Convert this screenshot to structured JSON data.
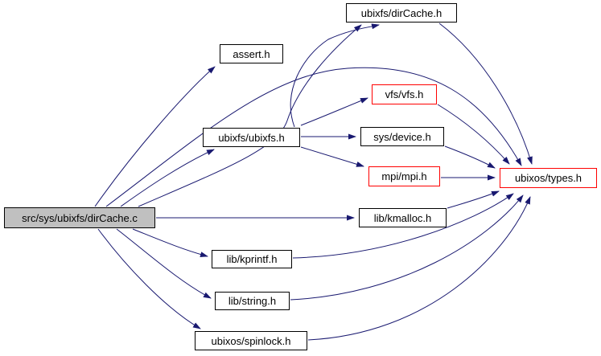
{
  "diagram": {
    "type": "include-dependency-graph",
    "colors": {
      "edge": "#191970",
      "node_border": "#000000",
      "truncated_node_border": "#ff0000",
      "main_node_fill": "#c0c0c0",
      "node_fill": "#ffffff",
      "background": "#ffffff"
    },
    "nodes": [
      {
        "id": "main",
        "label": "src/sys/ubixfs/dirCache.c",
        "style": "main"
      },
      {
        "id": "assert",
        "label": "assert.h",
        "style": "plain"
      },
      {
        "id": "dircache_h",
        "label": "ubixfs/dirCache.h",
        "style": "plain"
      },
      {
        "id": "ubixfs_h",
        "label": "ubixfs/ubixfs.h",
        "style": "plain"
      },
      {
        "id": "vfs_h",
        "label": "vfs/vfs.h",
        "style": "red"
      },
      {
        "id": "device_h",
        "label": "sys/device.h",
        "style": "plain"
      },
      {
        "id": "mpi_h",
        "label": "mpi/mpi.h",
        "style": "red"
      },
      {
        "id": "types_h",
        "label": "ubixos/types.h",
        "style": "red"
      },
      {
        "id": "kmalloc_h",
        "label": "lib/kmalloc.h",
        "style": "plain"
      },
      {
        "id": "kprintf_h",
        "label": "lib/kprintf.h",
        "style": "plain"
      },
      {
        "id": "string_h",
        "label": "lib/string.h",
        "style": "plain"
      },
      {
        "id": "spinlock_h",
        "label": "ubixos/spinlock.h",
        "style": "plain"
      }
    ],
    "edges": [
      {
        "from": "main",
        "to": "assert"
      },
      {
        "from": "main",
        "to": "dircache_h"
      },
      {
        "from": "main",
        "to": "ubixfs_h"
      },
      {
        "from": "main",
        "to": "types_h"
      },
      {
        "from": "main",
        "to": "kmalloc_h"
      },
      {
        "from": "main",
        "to": "kprintf_h"
      },
      {
        "from": "main",
        "to": "string_h"
      },
      {
        "from": "main",
        "to": "spinlock_h"
      },
      {
        "from": "ubixfs_h",
        "to": "dircache_h"
      },
      {
        "from": "ubixfs_h",
        "to": "vfs_h"
      },
      {
        "from": "ubixfs_h",
        "to": "device_h"
      },
      {
        "from": "ubixfs_h",
        "to": "mpi_h"
      },
      {
        "from": "dircache_h",
        "to": "types_h"
      },
      {
        "from": "vfs_h",
        "to": "types_h"
      },
      {
        "from": "device_h",
        "to": "types_h"
      },
      {
        "from": "mpi_h",
        "to": "types_h"
      },
      {
        "from": "kmalloc_h",
        "to": "types_h"
      },
      {
        "from": "kprintf_h",
        "to": "types_h"
      },
      {
        "from": "string_h",
        "to": "types_h"
      },
      {
        "from": "spinlock_h",
        "to": "types_h"
      }
    ]
  }
}
